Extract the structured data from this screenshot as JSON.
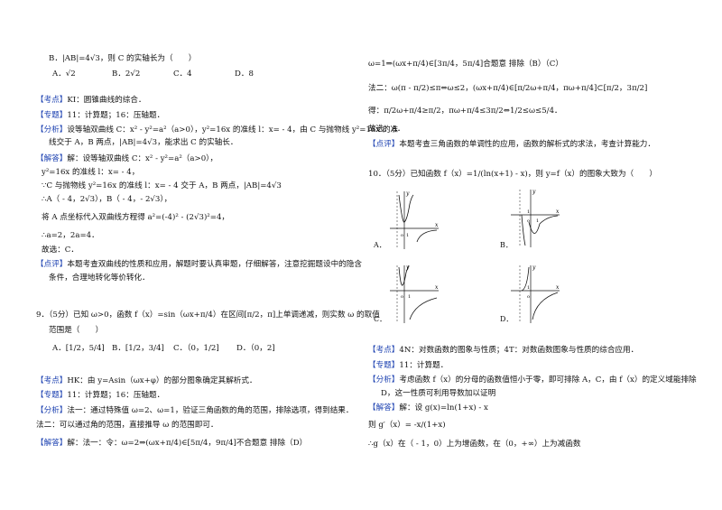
{
  "left": {
    "q8_cont": {
      "line1": "B．|AB|=4√3，则 C 的实轴长为（　　）",
      "opts": [
        "A．√2",
        "B．2√2",
        "C．4",
        "D．8"
      ]
    },
    "kaodian": {
      "tag": "【考点】",
      "text": "KI：圆锥曲线的综合．"
    },
    "zhuanti": {
      "tag": "【专题】",
      "text": "11：计算题；16：压轴题．"
    },
    "fenxi": {
      "tag": "【分析】",
      "l1": "设等轴双曲线 C：x² - y²=a²（a>0），y²=16x 的准线 l：x= - 4，由 C 与抛物线 y²=16x 的准",
      "l2": "线交于 A，B 两点，|AB|=4√3，能求出 C 的实轴长．"
    },
    "jieda": {
      "tag": "【解答】",
      "l1": "解：设等轴双曲线 C：x² - y²=a²（a>0），",
      "l2": "y²=16x 的准线 l：x= - 4，",
      "l3": "∵C 与抛物线 y²=16x 的准线 l：x= - 4 交于 A，B 两点，|AB|=4√3",
      "l4": "∴A（ - 4，2√3），B（ - 4，- 2√3），",
      "l5": "将 A 点坐标代入双曲线方程得 a²=(-4)² - (2√3)²=4，",
      "l6": "∴a=2，2a=4．",
      "l7": "故选：C．"
    },
    "dianping": {
      "tag": "【点评】",
      "l1": "本题考查双曲线的性质和应用，解题时要认真审题，仔细解答，注意挖掘题设中的隐含",
      "l2": "条件，合理地转化等价转化．"
    },
    "q9": {
      "l1": "9．（5分）已知 ω>0，函数 f（x）=sin（ωx+π/4）在区间[π/2，π]上单调递减，则实数 ω 的取值",
      "l2": "范围是（　　）",
      "opts": [
        "A．[1/2，5/4]",
        "B．[1/2，3/4]",
        "C．（0，1/2]",
        "D．（0，2]"
      ]
    },
    "kaodian9": {
      "tag": "【考点】",
      "text": "HK：由 y=Asin（ωx+φ）的部分图象确定其解析式．"
    },
    "zhuanti9": {
      "tag": "【专题】",
      "text": "11：计算题；16：压轴题．"
    },
    "fenxi9": {
      "tag": "【分析】",
      "l1": "法一：通过特殊值 ω=2、ω=1，验证三角函数的角的范围，排除选项，得到结果．",
      "l2": "法二：可以通过角的范围，直接推导 ω 的范围即可．"
    },
    "jieda9": {
      "tag": "【解答】",
      "text": "解：法一：令：ω=2⇒(ωx+π/4)∈[5π/4，9π/4]不合题意 排除（D）"
    }
  },
  "right": {
    "r1": "ω=1⇒(ωx+π/4)∈[3π/4，5π/4]合题意 排除（B）（C）",
    "r2": "法二：ω(π - π/2)≤π⇔ω≤2，(ωx+π/4)∈[π/2ω+π/4，πω+π/4]⊂[π/2，3π/2]",
    "r3": "得：π/2ω+π/4≥π/2，πω+π/4≤3π/2⇔1/2≤ω≤5/4．",
    "r4": "故选：A．",
    "dianping": {
      "tag": "【点评】",
      "text": "本题考查三角函数的单调性的应用，函数的解析式的求法，考查计算能力．"
    },
    "q10": {
      "l1": "10．（5分）已知函数 f（x）=1/(ln(x+1) - x)，则 y=f（x）的图象大致为（　　）"
    },
    "graph_labels": [
      "A．",
      "B．",
      "C．",
      "D．"
    ],
    "kaodian": {
      "tag": "【考点】",
      "text": "4N：对数函数的图象与性质；4T：对数函数图象与性质的综合应用．"
    },
    "zhuanti": {
      "tag": "【专题】",
      "text": "11：计算题．"
    },
    "fenxi": {
      "tag": "【分析】",
      "l1": "考虑函数 f（x）的分母的函数值恒小于零，即可排除 A，C，由 f（x）的定义域能排除",
      "l2": "D，这一性质可利用导数加以证明"
    },
    "jieda": {
      "tag": "【解答】",
      "l1": "解：设 g(x)=ln(1+x) - x",
      "l2": "则 g′（x）= -x/(1+x)",
      "l3": "∴g（x）在（ - 1，0）上为增函数，在（0，+∞）上为减函数"
    }
  }
}
